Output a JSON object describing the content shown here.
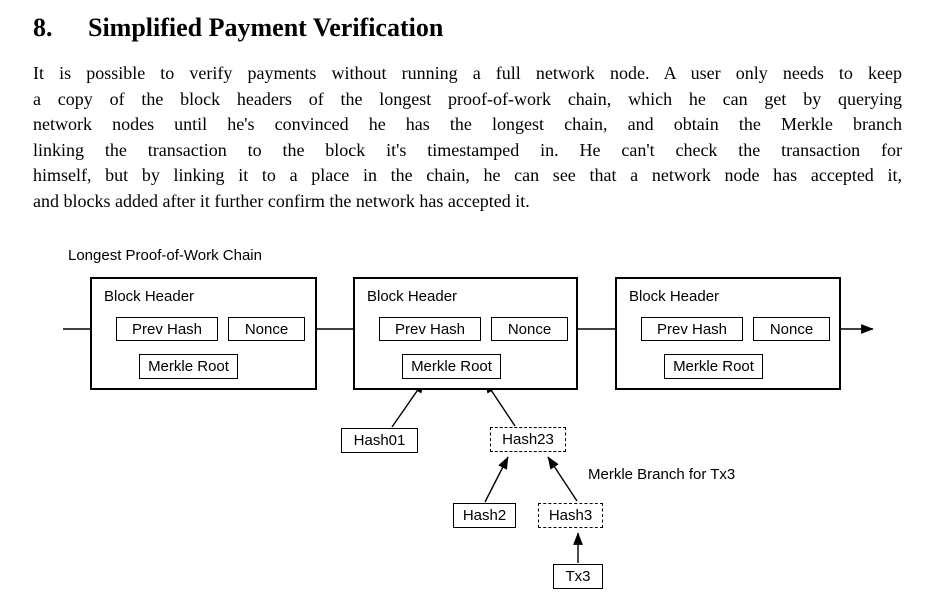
{
  "page": {
    "background": "#ffffff",
    "text_color": "#000000",
    "line_color": "#000000"
  },
  "section": {
    "number": "8.",
    "title": "Simplified Payment Verification",
    "body_lines": [
      "It is possible to verify payments without running a full network node.  A user only needs to keep",
      "a copy of the block headers of the longest proof-of-work chain, which he can get by querying",
      "network nodes until he's convinced he has the longest chain, and obtain the Merkle branch",
      "linking the transaction to the block it's timestamped in.  He can't check the transaction for",
      "himself, but by linking it to a place in the chain, he can see that a network node has accepted it,",
      "and blocks added after it further confirm the network has accepted it."
    ]
  },
  "diagram": {
    "chain_label": "Longest Proof-of-Work Chain",
    "blocks": [
      {
        "header_label": "Block Header",
        "prev_hash_label": "Prev Hash",
        "nonce_label": "Nonce",
        "merkle_root_label": "Merkle Root"
      },
      {
        "header_label": "Block Header",
        "prev_hash_label": "Prev Hash",
        "nonce_label": "Nonce",
        "merkle_root_label": "Merkle Root"
      },
      {
        "header_label": "Block Header",
        "prev_hash_label": "Prev Hash",
        "nonce_label": "Nonce",
        "merkle_root_label": "Merkle Root"
      }
    ],
    "merkle": {
      "hash01_label": "Hash01",
      "hash23_label": "Hash23",
      "hash2_label": "Hash2",
      "hash3_label": "Hash3",
      "tx3_label": "Tx3",
      "branch_label": "Merkle Branch for Tx3"
    }
  }
}
